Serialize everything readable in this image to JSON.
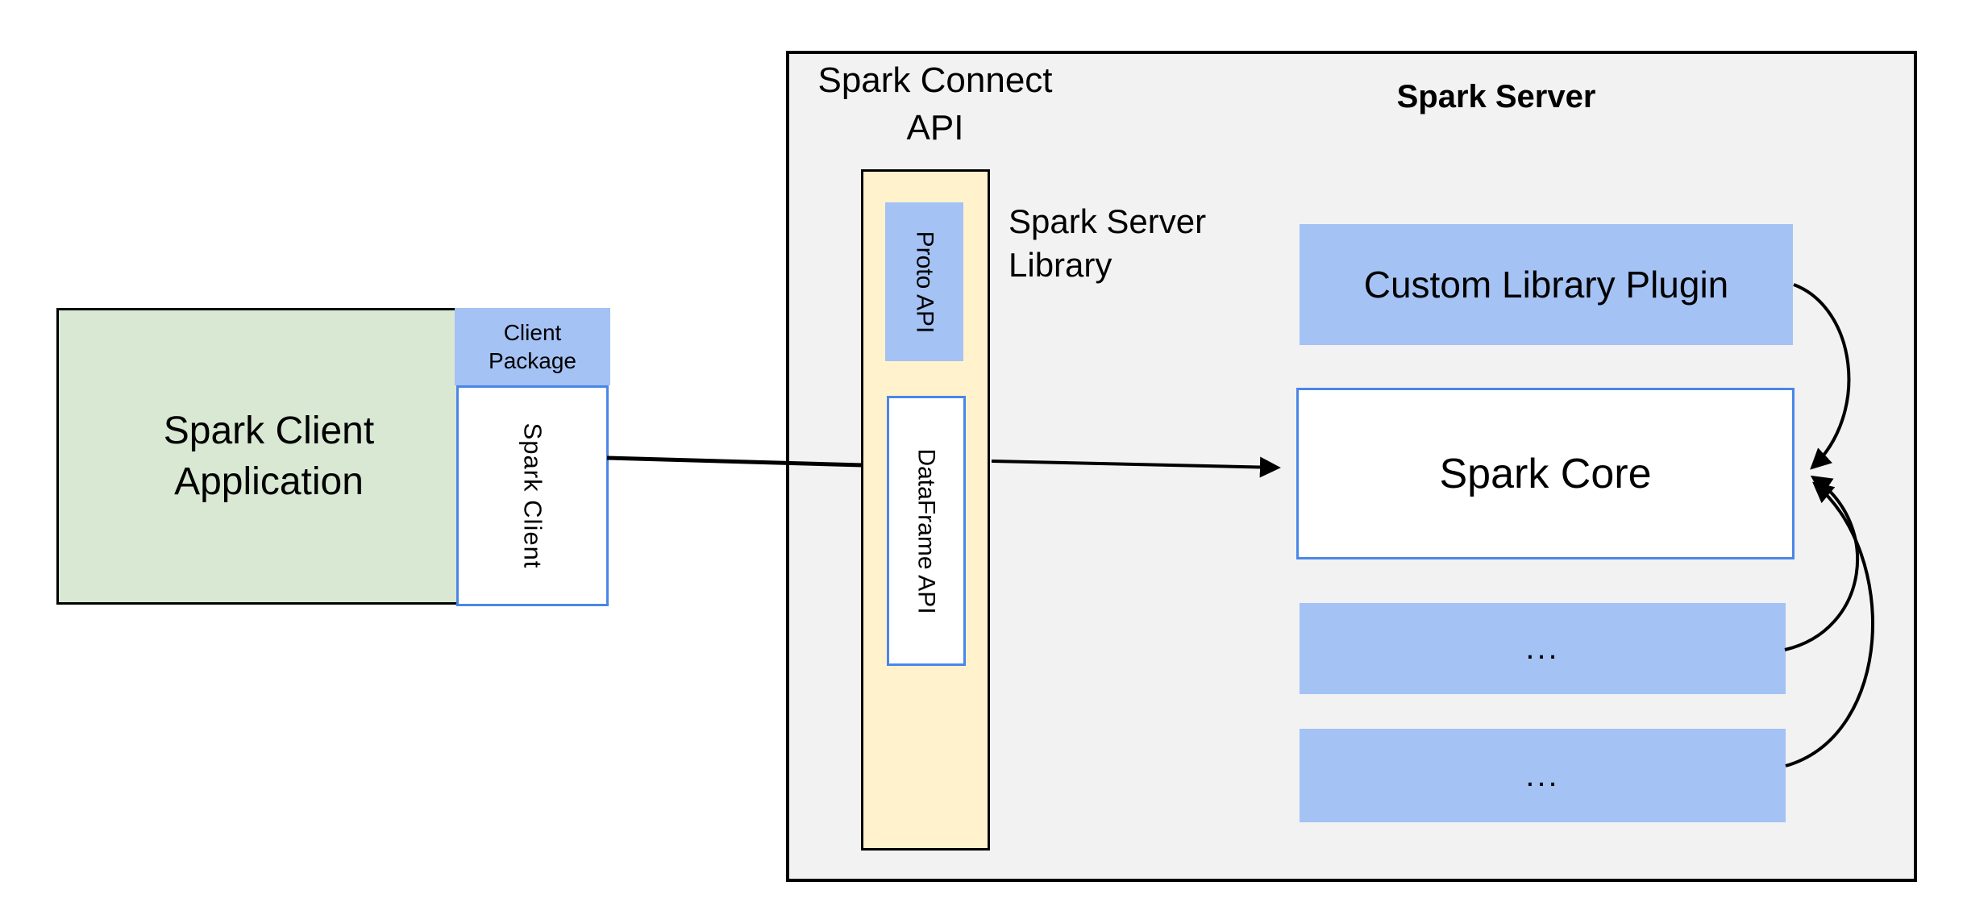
{
  "colors": {
    "client_app_fill": "#d9e8d3",
    "accent_blue_fill": "#a4c2f4",
    "api_column_fill": "#fff2cc",
    "server_fill": "#f2f2f3",
    "blue_border": "#4a86e8",
    "outline_black": "#000000"
  },
  "client": {
    "app": {
      "line1": "Spark Client",
      "line2": "Application"
    },
    "package": {
      "line1": "Client",
      "line2": "Package"
    },
    "spark_client_label": "Spark Client"
  },
  "server": {
    "connect_api": {
      "line1": "Spark Connect",
      "line2": "API"
    },
    "title": "Spark Server",
    "library_label": {
      "line1": "Spark Server",
      "line2": "Library"
    },
    "proto_api_label": "Proto API",
    "dataframe_api_label": "DataFrame API",
    "plugin_label": "Custom Library Plugin",
    "core_label": "Spark Core",
    "misc_boxes": [
      {
        "label": "..."
      },
      {
        "label": "..."
      }
    ]
  }
}
